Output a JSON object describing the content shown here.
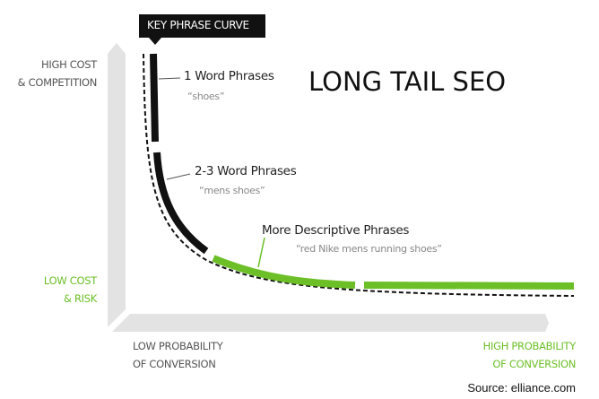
{
  "title": "LONG TAIL SEO",
  "curve_label": "KEY PHRASE CURVE",
  "y_axis": {
    "top_line1": "HIGH COST",
    "top_line2": "& COMPETITION",
    "bottom_line1": "LOW COST",
    "bottom_line2": "& RISK"
  },
  "x_axis": {
    "left_line1": "LOW PROBABILITY",
    "left_line2": "OF CONVERSION",
    "right_line1": "HIGH PROBABILITY",
    "right_line2": "OF CONVERSION"
  },
  "segments": [
    {
      "label": "1 Word Phrases",
      "example": "“shoes”"
    },
    {
      "label": "2-3 Word Phrases",
      "example": "“mens shoes”"
    },
    {
      "label": "More Descriptive Phrases",
      "example": "“red Nike mens running shoes”"
    }
  ],
  "source": "Source: elliance.com",
  "colors": {
    "accent": "#6cbf26",
    "dark": "#111111",
    "axis": "#e2e2e2"
  }
}
